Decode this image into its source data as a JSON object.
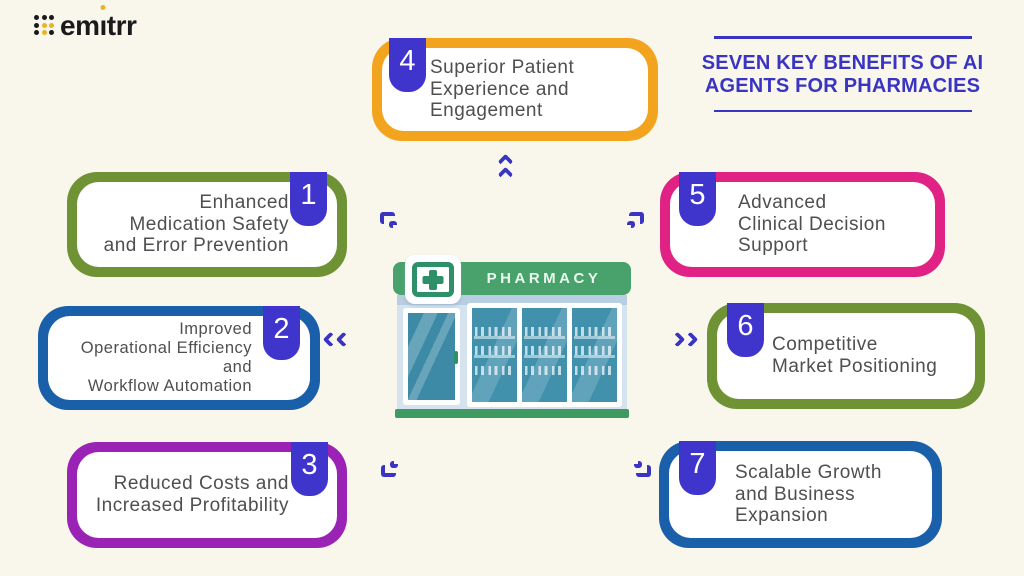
{
  "brand": {
    "name": "emitrr",
    "pre": "em",
    "i_glyph": "ı",
    "post": "trr",
    "icon": "dot-grid-logo-icon"
  },
  "title": {
    "text": "SEVEN KEY BENEFITS OF AI\nAGENTS FOR PHARMACIES"
  },
  "center": {
    "illustration": "pharmacy-storefront-illustration",
    "sign_text": "PHARMACY",
    "cross_icon": "medical-cross-icon"
  },
  "benefits": [
    {
      "number": "1",
      "lines": "Enhanced\nMedication Safety\nand Error Prevention",
      "accent": "#6f9334"
    },
    {
      "number": "2",
      "lines": "Improved\nOperational Efficiency and\nWorkflow Automation",
      "accent": "#1a5fa9"
    },
    {
      "number": "3",
      "lines": "Reduced Costs and\nIncreased Profitability",
      "accent": "#9a23b5"
    },
    {
      "number": "4",
      "lines": "Superior Patient\nExperience and\nEngagement",
      "accent": "#f2a41f"
    },
    {
      "number": "5",
      "lines": "Advanced\nClinical Decision\nSupport",
      "accent": "#e02285"
    },
    {
      "number": "6",
      "lines": "Competitive\nMarket Positioning",
      "accent": "#6f9334"
    },
    {
      "number": "7",
      "lines": "Scalable Growth\nand Business\nExpansion",
      "accent": "#1a5fa9"
    }
  ],
  "arrows": {
    "up": "double-chevron-up-icon",
    "left": "double-chevron-left-icon",
    "right": "double-chevron-right-icon",
    "top_left": "corner-arrow-top-left-icon",
    "top_right": "corner-arrow-top-right-icon",
    "bottom_left": "corner-arrow-bottom-left-icon",
    "bottom_right": "corner-arrow-bottom-right-icon"
  },
  "colors": {
    "bg": "#f9f6ec",
    "title": "#3a34c2",
    "badge": "#3f35cd",
    "arrow": "#3a34c2",
    "text": "#4f4f4f",
    "logo_black": "#1a1a1a",
    "logo_yellow": "#e8b425",
    "ph_green": "#49a26b",
    "ph_cross": "#2d9068",
    "ph_wall": "#d5e3ef",
    "ph_band": "#b7cee3",
    "ph_glass": "#4191ad",
    "ph_doorglass": "#3d8aa6",
    "ph_base": "#3e9a61"
  }
}
